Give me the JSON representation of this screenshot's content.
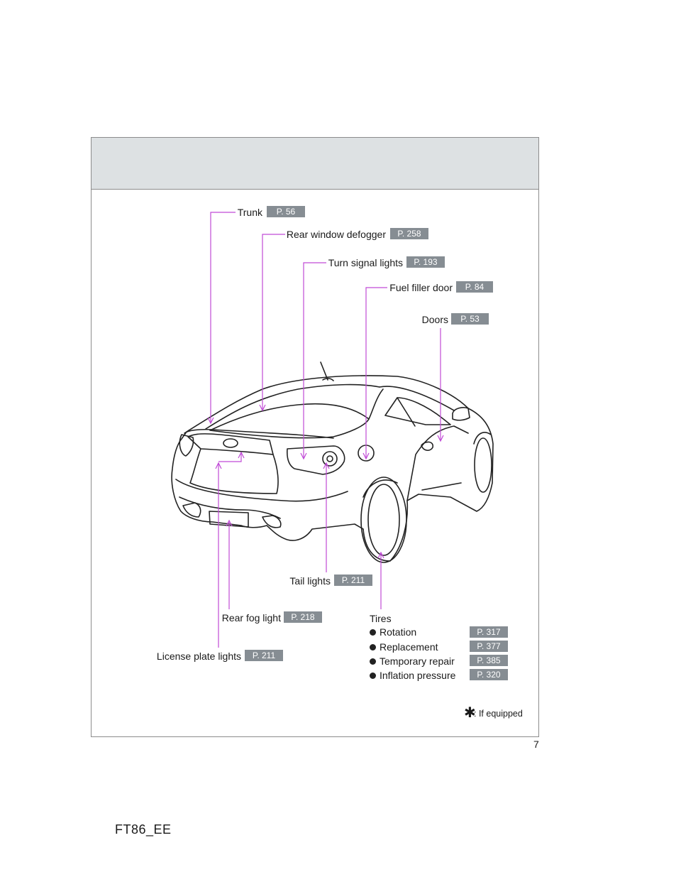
{
  "callouts": {
    "trunk": {
      "label": "Trunk",
      "page": "P. 56"
    },
    "rear_window_defogger": {
      "label": "Rear window defogger",
      "page": "P. 258"
    },
    "turn_signal_lights": {
      "label": "Turn signal lights",
      "page": "P. 193"
    },
    "fuel_filler_door": {
      "label": "Fuel filler door",
      "page": "P. 84"
    },
    "doors": {
      "label": "Doors",
      "page": "P. 53"
    },
    "tail_lights": {
      "label": "Tail lights",
      "page": "P. 211"
    },
    "rear_fog_light": {
      "label": "Rear fog light",
      "page": "P. 218"
    },
    "license_plate_lights": {
      "label": "License plate lights",
      "page": "P. 211"
    }
  },
  "tires": {
    "title": "Tires",
    "items": [
      {
        "label": "Rotation",
        "page": "P. 317"
      },
      {
        "label": "Replacement",
        "page": "P. 377"
      },
      {
        "label": "Temporary repair",
        "page": "P. 385"
      },
      {
        "label": "Inflation pressure",
        "page": "P. 320"
      }
    ]
  },
  "footnote": {
    "star": "✱",
    "text": ": If equipped"
  },
  "page_number": "7",
  "doc_code": "FT86_EE",
  "colors": {
    "leader": "#c04bd6",
    "page_box": "#868d93",
    "header_band": "#dde1e3"
  }
}
